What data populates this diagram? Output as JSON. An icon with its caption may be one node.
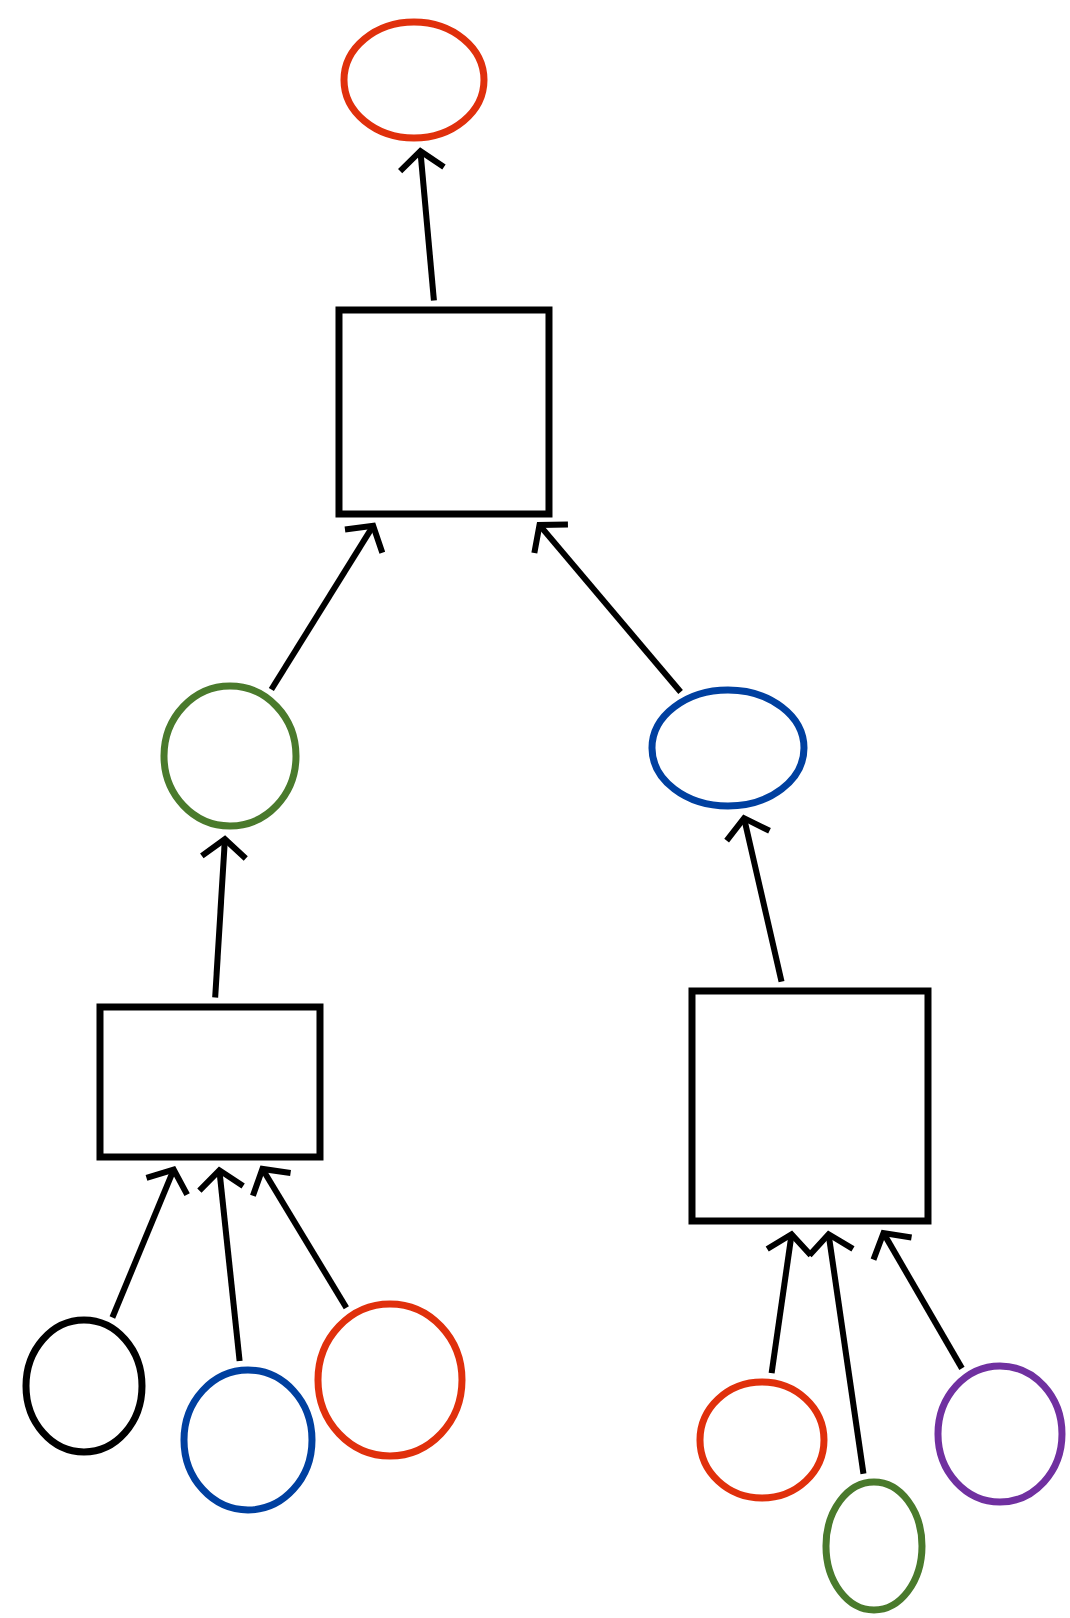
{
  "diagram": {
    "nodes": [
      {
        "text": [],
        "shape": "circle"
      },
      {
        "text": [],
        "shape": "box"
      },
      {
        "text": [],
        "shape": "circle"
      },
      {
        "text": [],
        "shape": "circle"
      },
      {
        "text": [],
        "shape": "box"
      },
      {
        "text": [],
        "shape": "box"
      },
      {
        "text": [],
        "shape": "circle"
      },
      {
        "text": [],
        "shape": "circle"
      },
      {
        "text": [],
        "shape": "circle"
      },
      {
        "text": [],
        "shape": "circle"
      },
      {
        "text": [],
        "shape": "circle"
      },
      {
        "text": [],
        "shape": "circle"
      }
    ],
    "edges": [
      {
        "from": 1,
        "to": 0,
        "arrow": "to"
      },
      {
        "from": 2,
        "to": 1,
        "arrow": "to"
      },
      {
        "from": 3,
        "to": 1,
        "arrow": "to"
      },
      {
        "from": 4,
        "to": 2,
        "arrow": "to"
      },
      {
        "from": 5,
        "to": 3,
        "arrow": "to"
      },
      {
        "from": 6,
        "to": 4,
        "arrow": "to"
      },
      {
        "from": 7,
        "to": 4,
        "arrow": "to"
      },
      {
        "from": 8,
        "to": 4,
        "arrow": "to"
      },
      {
        "from": 9,
        "to": 5,
        "arrow": "to"
      },
      {
        "from": 10,
        "to": 5,
        "arrow": "to"
      },
      {
        "from": 11,
        "to": 5,
        "arrow": "to"
      }
    ]
  }
}
